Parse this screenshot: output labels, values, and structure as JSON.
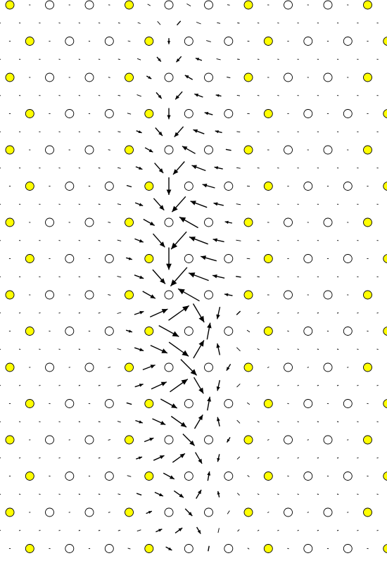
{
  "diagram": {
    "type": "triangular-lattice-vector-field",
    "grid": {
      "spacing_x": 56.5,
      "row_spacing": 51.5,
      "rows": 16,
      "pattern": "three-sublattice-alternating"
    },
    "colors": {
      "filled_site": "#ffff00",
      "site_stroke": "#000000",
      "empty_site": "#ffffff",
      "arrow": "#000000",
      "background": "#ffffff"
    },
    "site_kinds": [
      "filled",
      "empty",
      "empty"
    ],
    "arrow_style": "black-vectors-with-filled-heads"
  }
}
